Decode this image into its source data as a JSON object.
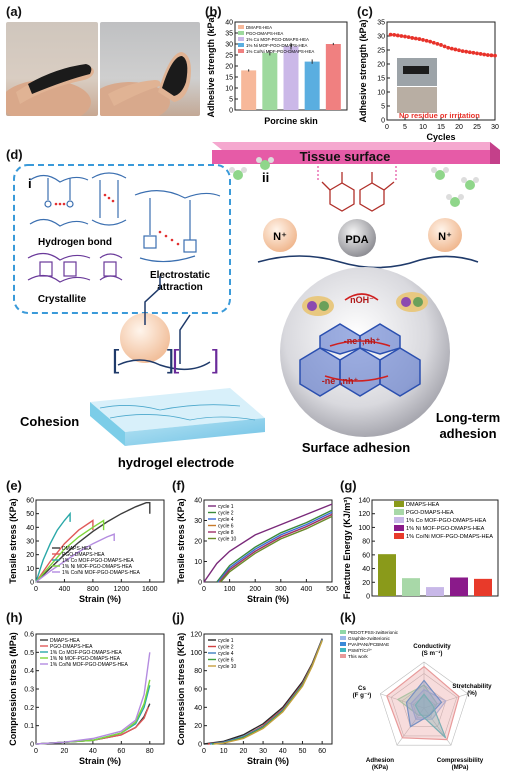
{
  "panel_labels": {
    "a": "(a)",
    "b": "(b)",
    "c": "(c)",
    "d": "(d)",
    "e": "(e)",
    "f": "(f)",
    "g": "(g)",
    "h": "(h)",
    "j": "(j)",
    "k": "(k)"
  },
  "colors": {
    "dmaps": "#3d3d3d",
    "pgo": "#e05a5a",
    "co": "#2aa8a8",
    "ni": "#7fd63a",
    "coni": "#b48ce0",
    "bar_dmaps": "#f7b89a",
    "bar_pgo": "#9ed99e",
    "bar_co": "#cbb8e8",
    "bar_ni": "#5aaee0",
    "bar_coni": "#f08080",
    "g_dmaps": "#8a9a1a",
    "g_pgo": "#a8d8a8",
    "g_co": "#c8b8e8",
    "g_ni": "#8a1a8a",
    "g_coni": "#e83a2a",
    "tissue": "#e65ba7",
    "dash_box": "#3a9ad9"
  },
  "diagram": {
    "tissue_surface": "Tissue surface",
    "sub_i": "i",
    "sub_ii": "ii",
    "hydrogen_bond": "Hydrogen bond",
    "crystallite": "Crystallite",
    "electrostatic": "Electrostatic",
    "attraction": "attraction",
    "n_plus": "N⁺",
    "pda": "PDA",
    "cohesion": "Cohesion",
    "hydrogel_electrode": "hydrogel electrode",
    "surface_adhesion": "Surface adhesion",
    "long_term": "Long-term",
    "adhesion": "adhesion",
    "noh": "nOH⁻",
    "ne_nh": "-ne⁻,nh⁺",
    "no_residue": "No residue or irritation"
  },
  "chart_data": [
    {
      "id": "b",
      "type": "bar",
      "categories": [
        "DMAPS-HEA",
        "PGO-DMAPS-HEA",
        "1% Co MOF-PGO-DMAPS-HEA",
        "1% Ni MOF-PGO-DMAPS-HEA",
        "1% Co/Ni MOF-PGO-DMAPS-HEA"
      ],
      "values": [
        18,
        26,
        29,
        22,
        30
      ],
      "errors": [
        0.5,
        1.2,
        1.5,
        1.0,
        0.5
      ],
      "xlabel": "Porcine skin",
      "ylabel": "Adhesive strength (kPa)",
      "ylim": [
        0,
        40
      ],
      "yticks": [
        0,
        5,
        10,
        15,
        20,
        25,
        30,
        35,
        40
      ]
    },
    {
      "id": "c",
      "type": "scatter",
      "x": [
        1,
        2,
        3,
        4,
        5,
        6,
        7,
        8,
        9,
        10,
        11,
        12,
        13,
        14,
        15,
        16,
        17,
        18,
        19,
        20,
        21,
        22,
        23,
        24,
        25,
        26,
        27,
        28,
        29,
        30
      ],
      "y": [
        30.5,
        30.4,
        30.2,
        30,
        29.8,
        29.6,
        29.3,
        29.1,
        28.9,
        28.6,
        28.3,
        28,
        27.6,
        27.2,
        26.8,
        26.3,
        25.8,
        25.5,
        25.2,
        24.9,
        24.6,
        24.4,
        24.2,
        24,
        23.8,
        23.6,
        23.4,
        23.2,
        23.1,
        23
      ],
      "xlabel": "Cycles",
      "ylabel": "Adhesive strength (kPa)",
      "xlim": [
        0,
        30
      ],
      "ylim": [
        0,
        35
      ],
      "xticks": [
        0,
        5,
        10,
        15,
        20,
        25,
        30
      ],
      "yticks": [
        0,
        5,
        10,
        15,
        20,
        25,
        30,
        35
      ]
    },
    {
      "id": "e",
      "type": "line",
      "xlabel": "Strain (%)",
      "ylabel": "Tensile stress (KPa)",
      "xlim": [
        0,
        1800
      ],
      "ylim": [
        0,
        60
      ],
      "xticks": [
        0,
        400,
        800,
        1200,
        1600
      ],
      "yticks": [
        0,
        10,
        20,
        30,
        40,
        50,
        60
      ],
      "series": [
        {
          "name": "DMAPS-HEA",
          "x": [
            0,
            200,
            400,
            600,
            800,
            1000,
            1200,
            1400,
            1550,
            1600,
            1600
          ],
          "y": [
            0,
            10,
            20,
            29,
            37,
            44,
            50,
            55,
            58,
            58,
            50
          ]
        },
        {
          "name": "PGO-DMAPS-HEA",
          "x": [
            0,
            200,
            400,
            600,
            800,
            800
          ],
          "y": [
            0,
            15,
            28,
            38,
            45,
            38
          ]
        },
        {
          "name": "1% Co MOF-PGO-DMAPS-HEA",
          "x": [
            0,
            100,
            200,
            300,
            400,
            480,
            480
          ],
          "y": [
            0,
            16,
            28,
            38,
            45,
            50,
            44
          ]
        },
        {
          "name": "1% Ni MOF-PGO-DMAPS-HEA",
          "x": [
            0,
            200,
            400,
            600,
            800,
            950,
            950
          ],
          "y": [
            0,
            12,
            24,
            33,
            40,
            45,
            38
          ]
        },
        {
          "name": "1% Co/Ni MOF-PGO-DMAPS-HEA",
          "x": [
            0,
            200,
            400,
            600,
            800,
            1000,
            1100,
            1100
          ],
          "y": [
            0,
            8,
            15,
            22,
            28,
            33,
            35,
            30
          ]
        }
      ]
    },
    {
      "id": "f",
      "type": "line",
      "xlabel": "Strain (%)",
      "ylabel": "Tensile stress (KPa)",
      "xlim": [
        0,
        500
      ],
      "ylim": [
        0,
        40
      ],
      "xticks": [
        0,
        100,
        200,
        300,
        400,
        500
      ],
      "yticks": [
        0,
        10,
        20,
        30,
        40
      ],
      "series": [
        {
          "name": "cycle 1",
          "x": [
            0,
            50,
            100,
            200,
            300,
            400,
            500
          ],
          "y": [
            0,
            9,
            15,
            23,
            28,
            33,
            38
          ]
        },
        {
          "name": "cycle 2",
          "x": [
            50,
            100,
            200,
            300,
            400,
            500
          ],
          "y": [
            0,
            8,
            17,
            24,
            29,
            35
          ]
        },
        {
          "name": "cycle 4",
          "x": [
            55,
            100,
            200,
            300,
            400,
            500
          ],
          "y": [
            0,
            7,
            16,
            23,
            28,
            34
          ]
        },
        {
          "name": "cycle 6",
          "x": [
            60,
            100,
            200,
            300,
            400,
            500
          ],
          "y": [
            0,
            6,
            15,
            22,
            27,
            33
          ]
        },
        {
          "name": "cycle 8",
          "x": [
            62,
            100,
            200,
            300,
            400,
            500
          ],
          "y": [
            0,
            6,
            15,
            22,
            27,
            33
          ]
        },
        {
          "name": "cycle 10",
          "x": [
            65,
            100,
            200,
            300,
            400,
            500
          ],
          "y": [
            0,
            5,
            14,
            21,
            26,
            32
          ]
        }
      ]
    },
    {
      "id": "g",
      "type": "bar",
      "categories": [
        "DMAPS-HEA",
        "PGO-DMAPS-HEA",
        "1% Co MOF-PGO-DMAPS-HEA",
        "1% Ni MOF-PGO-DMAPS-HEA",
        "1% Co/Ni MOF-PGO-DMAPS-HEA"
      ],
      "values": [
        61,
        26,
        13,
        27,
        25
      ],
      "ylabel": "Fracture Energy (KJ/m³)",
      "ylim": [
        0,
        140
      ],
      "yticks": [
        0,
        20,
        40,
        60,
        80,
        100,
        120,
        140
      ]
    },
    {
      "id": "h",
      "type": "line",
      "xlabel": "Strain (%)",
      "ylabel": "Compression stress (MPa)",
      "xlim": [
        0,
        90
      ],
      "ylim": [
        0,
        0.6
      ],
      "xticks": [
        0,
        20,
        40,
        60,
        80
      ],
      "yticks": [
        0,
        0.1,
        0.2,
        0.3,
        0.4,
        0.5,
        0.6
      ],
      "series": [
        {
          "name": "DMAPS-HEA",
          "x": [
            0,
            20,
            40,
            60,
            70,
            76,
            80
          ],
          "y": [
            0,
            0.01,
            0.02,
            0.05,
            0.09,
            0.15,
            0.22
          ]
        },
        {
          "name": "PGO-DMAPS-HEA",
          "x": [
            0,
            20,
            40,
            60,
            70,
            76,
            79
          ],
          "y": [
            0,
            0.01,
            0.02,
            0.05,
            0.09,
            0.14,
            0.2
          ]
        },
        {
          "name": "1% Co MOF-PGO-DMAPS-HEA",
          "x": [
            0,
            20,
            40,
            60,
            70,
            76,
            80
          ],
          "y": [
            0,
            0.01,
            0.02,
            0.06,
            0.11,
            0.2,
            0.32
          ]
        },
        {
          "name": "1% Ni MOF-PGO-DMAPS-HEA",
          "x": [
            0,
            20,
            40,
            60,
            70,
            76,
            80
          ],
          "y": [
            0,
            0.01,
            0.02,
            0.06,
            0.12,
            0.22,
            0.35
          ]
        },
        {
          "name": "1% Co/Ni MOF-PGO-DMAPS-HEA",
          "x": [
            0,
            20,
            40,
            60,
            70,
            76,
            80
          ],
          "y": [
            0,
            0.01,
            0.03,
            0.07,
            0.13,
            0.27,
            0.5
          ]
        }
      ]
    },
    {
      "id": "j",
      "type": "line",
      "xlabel": "Strain (%)",
      "ylabel": "Compression stress (KPa)",
      "xlim": [
        0,
        65
      ],
      "ylim": [
        0,
        120
      ],
      "xticks": [
        0,
        10,
        20,
        30,
        40,
        50,
        60
      ],
      "yticks": [
        0,
        20,
        40,
        60,
        80,
        100,
        120
      ],
      "series": [
        {
          "name": "cycle 1",
          "x": [
            0,
            10,
            20,
            30,
            40,
            50,
            55,
            60
          ],
          "y": [
            0,
            3,
            10,
            22,
            40,
            68,
            88,
            115
          ]
        },
        {
          "name": "cycle 2",
          "x": [
            2,
            10,
            20,
            30,
            40,
            50,
            55,
            60
          ],
          "y": [
            0,
            2,
            8,
            20,
            38,
            66,
            87,
            114
          ]
        },
        {
          "name": "cycle 4",
          "x": [
            3,
            10,
            20,
            30,
            40,
            50,
            55,
            60
          ],
          "y": [
            0,
            2,
            8,
            19,
            37,
            65,
            86,
            114
          ]
        },
        {
          "name": "cycle 6",
          "x": [
            4,
            10,
            20,
            30,
            40,
            50,
            55,
            60
          ],
          "y": [
            0,
            1,
            7,
            18,
            36,
            64,
            86,
            113
          ]
        },
        {
          "name": "cycle 10",
          "x": [
            5,
            10,
            20,
            30,
            40,
            50,
            55,
            60
          ],
          "y": [
            0,
            1,
            6,
            17,
            35,
            63,
            85,
            113
          ]
        }
      ]
    },
    {
      "id": "k",
      "type": "radar",
      "axes": [
        "Conductivity (S m⁻¹)",
        "Stretchability (%)",
        "Compressibility (MPa)",
        "Adhesion (KPa)",
        "Cs (F g⁻¹)"
      ],
      "axis_lines": [
        [
          "Conductivity",
          "(S m⁻¹)"
        ],
        [
          "Stretchability",
          "(%)"
        ],
        [
          "Compressibility",
          "(MPa)"
        ],
        [
          "Adhesion",
          "(KPa)"
        ],
        [
          "Cs",
          "(F g⁻¹)"
        ]
      ],
      "series": [
        {
          "name": "PEDOT:PSS-zwitterionic",
          "values": [
            0.5,
            0.3,
            0.2,
            0.2,
            0.6
          ]
        },
        {
          "name": "Graphite-zwitterionic",
          "values": [
            0.4,
            0.5,
            0.3,
            0.3,
            0.3
          ]
        },
        {
          "name": "PVA/PANI/PCBMAE",
          "values": [
            0.6,
            0.4,
            0.2,
            0.5,
            0.4
          ]
        },
        {
          "name": "PSM/T/Cr³⁺",
          "values": [
            0.3,
            0.2,
            0.8,
            0.15,
            0.2
          ]
        },
        {
          "name": "This work",
          "values": [
            0.9,
            0.8,
            0.85,
            0.8,
            0.85
          ]
        }
      ],
      "colors": [
        "#8fd8a8",
        "#9ab8e8",
        "#3a8ad8",
        "#40b8c0",
        "#e89a9a"
      ]
    }
  ]
}
